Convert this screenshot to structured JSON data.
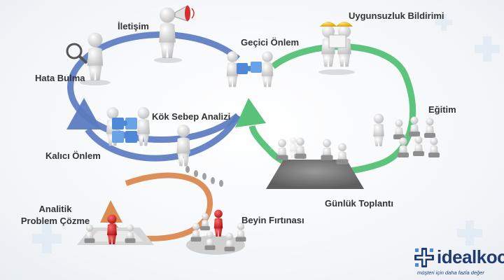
{
  "colors": {
    "blue_cycle": "#5b7cc0",
    "green_cycle": "#4fbf73",
    "orange_cycle": "#d9864a",
    "figure_white": "#f2f2f2",
    "figure_shade": "#c8c8c8",
    "red_figure": "#d62f2f",
    "puzzle_blue": "#4e88d6",
    "helmet_yellow": "#f2c318",
    "logo_navy": "#1f3b73"
  },
  "labels": {
    "iletisim": "İletişim",
    "uygunsuzluk": "Uygunsuzluk Bildirimi",
    "gecici_onlem": "Geçici Önlem",
    "hata_bulma": "Hata Bulma",
    "egitim": "Eğitim",
    "kok_sebep": "Kök Sebep Analizi",
    "kalici_onlem": "Kalıcı Önlem",
    "gunluk_toplanti": "Günlük Toplantı",
    "analitik": "Analitik",
    "problem_cozme": "Problem Çözme",
    "beyin_firtinasi": "Beyin Fırtınası"
  },
  "logo": {
    "text": "idealkoc",
    "tagline": "müşteri için daha fazla değer"
  },
  "icons": [
    "magnifier-icon",
    "megaphone-icon",
    "puzzle-icon",
    "hard-hat-icon",
    "footprints-icon",
    "red-leader-figure",
    "plus-cross-logo-icon"
  ]
}
